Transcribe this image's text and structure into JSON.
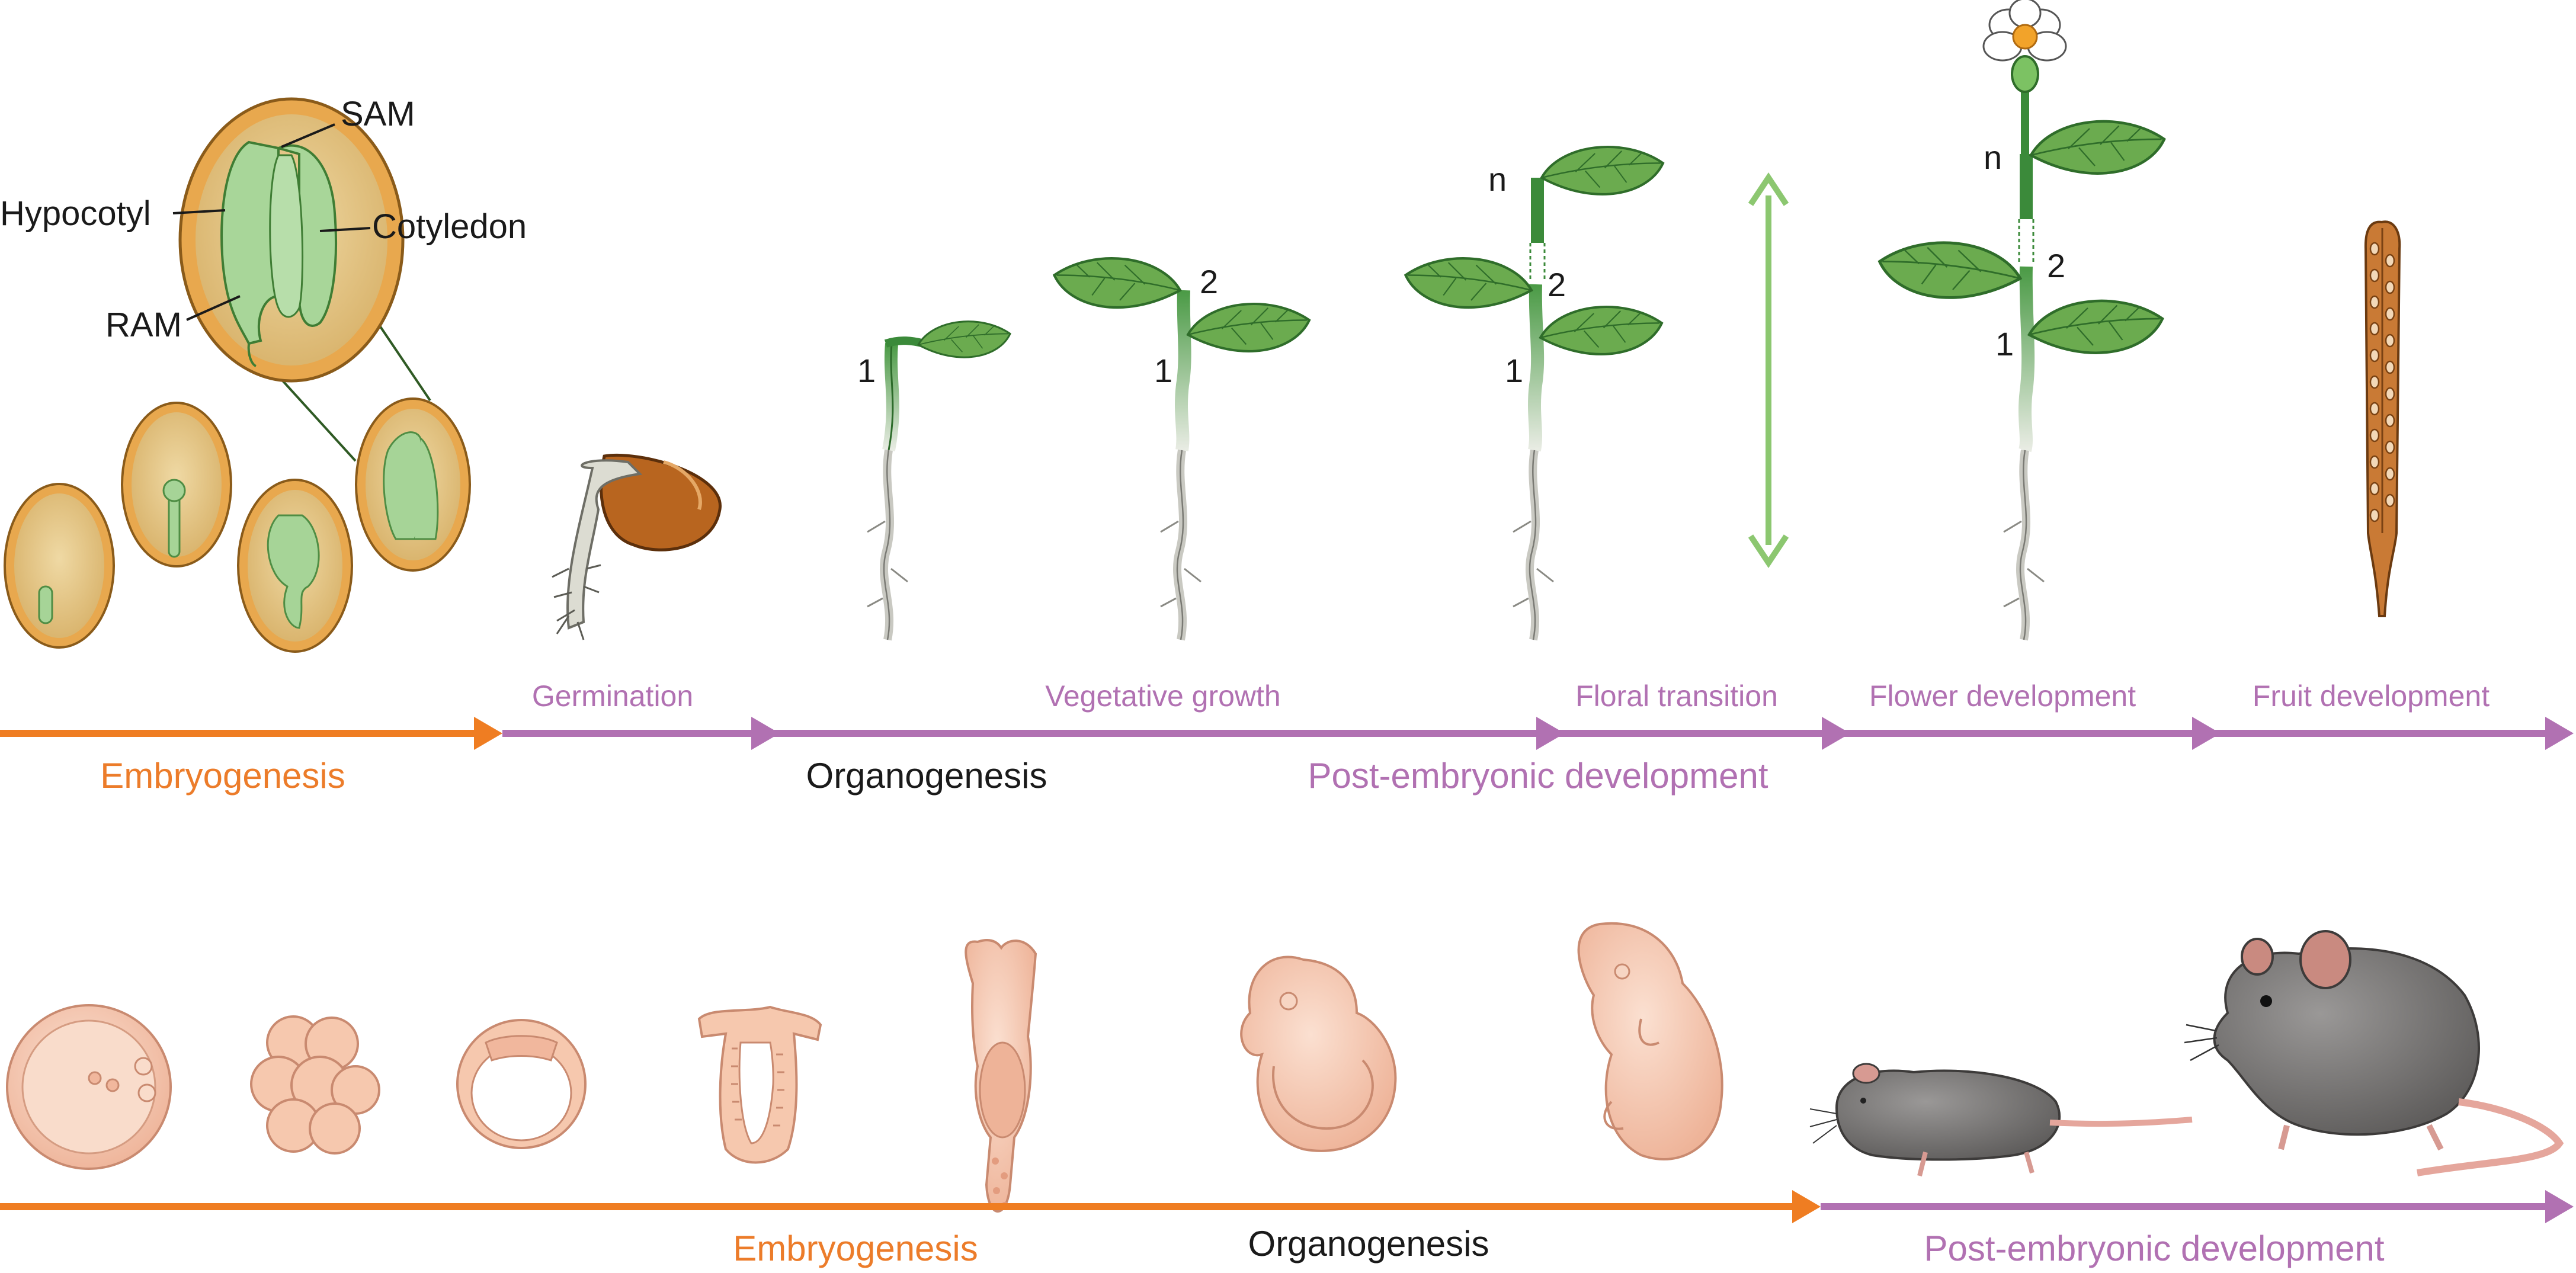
{
  "colors": {
    "orange": "#ef7d22",
    "purple": "#b171b2",
    "green_arrow": "#8cc770",
    "leaf": "#6aa84f",
    "stem": "#3b8a3a",
    "seed_coat": "#e8a64a",
    "seed_inner": "#e2c07a",
    "embryo": "#a9d59a",
    "mouse_embryo": "#f3c2a8",
    "mouse_fur": "#7d7b7a"
  },
  "seed_labels": {
    "sam": "SAM",
    "hypocotyl": "Hypocotyl",
    "cotyledon": "Cotyledon",
    "ram": "RAM"
  },
  "node_labels": {
    "one": "1",
    "two": "2",
    "n": "n"
  },
  "plant_timeline": {
    "stages": {
      "germination": "Germination",
      "vegetative": "Vegetative growth",
      "floral": "Floral transition",
      "flower": "Flower development",
      "fruit": "Fruit development"
    },
    "embryogenesis": "Embryogenesis",
    "organogenesis": "Organogenesis",
    "post_embryonic": "Post-embryonic development"
  },
  "animal_timeline": {
    "embryogenesis": "Embryogenesis",
    "organogenesis": "Organogenesis",
    "post_embryonic": "Post-embryonic development"
  }
}
